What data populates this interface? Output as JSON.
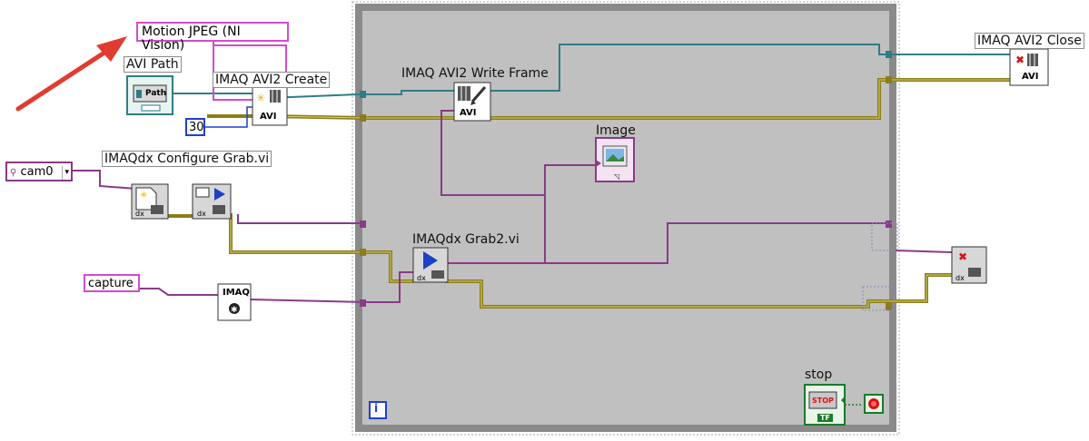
{
  "annotation": {
    "callout_text": "Motion JPEG (NI Vision)",
    "arrow_color": "#e03c31"
  },
  "constants": {
    "avi_path_label": "AVI Path",
    "path_text": "Path",
    "frame_rate": "30",
    "camera": "cam0",
    "session_name": "capture"
  },
  "nodes": {
    "avi_create": {
      "label": "IMAQ AVI2 Create",
      "text": "AVI"
    },
    "configure_grab": {
      "label": "IMAQdx Configure Grab.vi"
    },
    "avi_write": {
      "label": "IMAQ AVI2 Write Frame",
      "text": "AVI"
    },
    "image_indicator": {
      "label": "Image"
    },
    "grab2": {
      "label": "IMAQdx Grab2.vi",
      "text": "dx"
    },
    "avi_close": {
      "label": "IMAQ AVI2 Close",
      "text": "AVI"
    },
    "imaq_create": {
      "text": "IMAQ"
    },
    "stop": {
      "label": "stop",
      "button_text": "STOP",
      "tf_text": "TF"
    },
    "loop_iteration": {
      "text": "i"
    }
  },
  "colors": {
    "refnum_wire": "#2e7d86",
    "session_wire": "#7a6a12",
    "error_wire": "#8b7d1a",
    "image_wire": "#8a3a88",
    "string_wire": "#d24bd2",
    "numeric_wire": "#1f3fd1",
    "loop_frame": "#8a8a8a",
    "loop_bg": "#c0c0c0"
  }
}
